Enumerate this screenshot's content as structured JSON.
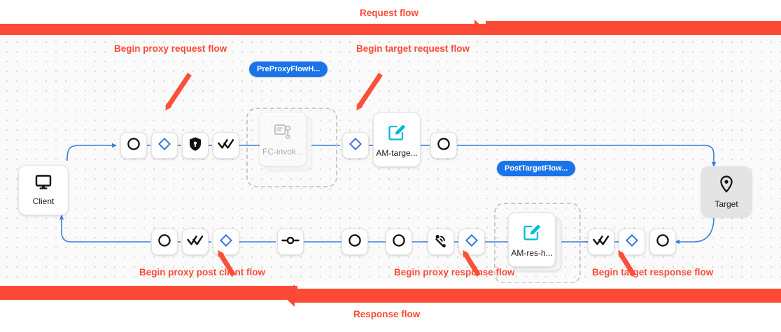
{
  "colors": {
    "flow_red": "#fc4a36",
    "badge_blue": "#1a73e8",
    "link_blue": "#3b7ddd",
    "diamond_blue": "#2f6fe0",
    "edit_teal": "#00bcd4",
    "canvas_bg": "#fafafa"
  },
  "flows": {
    "request": {
      "label": "Request flow",
      "direction": "right"
    },
    "response": {
      "label": "Response flow",
      "direction": "left"
    }
  },
  "annotations": [
    {
      "id": "begin-proxy-request-flow",
      "label": "Begin proxy request flow"
    },
    {
      "id": "begin-target-request-flow",
      "label": "Begin target request flow"
    },
    {
      "id": "begin-proxy-post-client-flow",
      "label": "Begin proxy post client flow"
    },
    {
      "id": "begin-proxy-response-flow",
      "label": "Begin proxy response flow"
    },
    {
      "id": "begin-target-response-flow",
      "label": "Begin target response flow"
    }
  ],
  "endpoints": {
    "client": {
      "label": "Client",
      "icon": "monitor-icon"
    },
    "target": {
      "label": "Target",
      "icon": "location-pin-icon"
    }
  },
  "groups": [
    {
      "id": "preproxyflowhook",
      "badge": "PreProxyFlowH..."
    },
    {
      "id": "posttargetflowhook",
      "badge": "PostTargetFlow..."
    }
  ],
  "request_row": {
    "nodes": [
      {
        "id": "req-circle-1",
        "icon": "circle-icon",
        "type": "small"
      },
      {
        "id": "req-diamond-1",
        "icon": "diamond-icon",
        "type": "small"
      },
      {
        "id": "req-shield-1",
        "icon": "shield-lock-icon",
        "type": "small"
      },
      {
        "id": "req-checks-1",
        "icon": "double-check-icon",
        "type": "small"
      },
      {
        "id": "req-fc-invoke",
        "icon": "flow-callout-icon",
        "type": "policy",
        "label": "FC-invok...",
        "faded": true,
        "stacked": true
      },
      {
        "id": "req-diamond-2",
        "icon": "diamond-icon",
        "type": "small"
      },
      {
        "id": "req-am-target",
        "icon": "edit-note-icon",
        "type": "policy",
        "label": "AM-targe..."
      },
      {
        "id": "req-circle-2",
        "icon": "circle-icon",
        "type": "small"
      }
    ]
  },
  "response_row": {
    "nodes": [
      {
        "id": "res-circle-1",
        "icon": "circle-icon",
        "type": "small"
      },
      {
        "id": "res-checks-1",
        "icon": "double-check-icon",
        "type": "small"
      },
      {
        "id": "res-diamond-1",
        "icon": "diamond-icon",
        "type": "small"
      },
      {
        "id": "res-hook-1",
        "icon": "flow-hook-icon",
        "type": "small"
      },
      {
        "id": "res-circle-2",
        "icon": "circle-icon",
        "type": "small"
      },
      {
        "id": "res-circle-3",
        "icon": "circle-icon",
        "type": "small"
      },
      {
        "id": "res-broadcast-1",
        "icon": "broadcast-icon",
        "type": "small"
      },
      {
        "id": "res-diamond-2",
        "icon": "diamond-icon",
        "type": "small"
      },
      {
        "id": "res-am-res-h",
        "icon": "edit-note-icon",
        "type": "policy",
        "label": "AM-res-h..."
      },
      {
        "id": "res-checks-2",
        "icon": "double-check-icon",
        "type": "small"
      },
      {
        "id": "res-diamond-3",
        "icon": "diamond-icon",
        "type": "small"
      },
      {
        "id": "res-circle-4",
        "icon": "circle-icon",
        "type": "small"
      }
    ]
  }
}
